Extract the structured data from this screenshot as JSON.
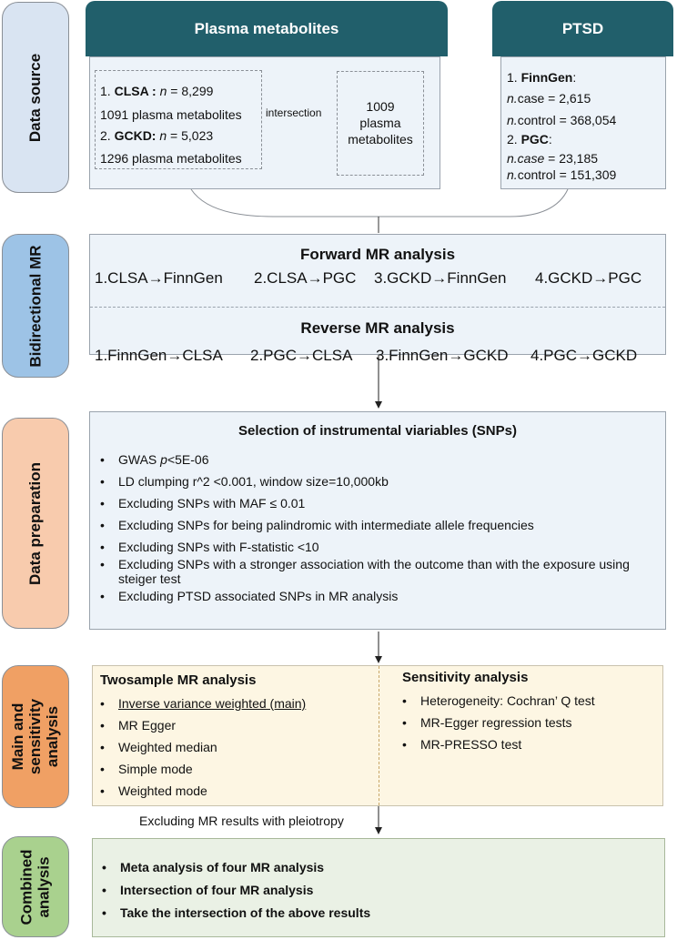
{
  "stages": {
    "data_source": "Data source",
    "bidirectional": "Bidirectional MR",
    "data_prep": "Data preparation",
    "main_sens": [
      "Main and",
      "sensitivity",
      "analysis"
    ],
    "combined": [
      "Combined",
      "analysis"
    ]
  },
  "colors": {
    "header": "#215f6b",
    "panel_blue": "#edf3f9",
    "panel_yellow": "#fdf6e3",
    "panel_green": "#eaf1e5",
    "stage_data_source": "#d9e4f2",
    "stage_bidirectional": "#9dc3e6",
    "stage_data_prep": "#f8cbad",
    "stage_main_sens": "#f0a064",
    "stage_combined": "#a9d18e"
  },
  "plasma": {
    "header": "Plasma metabolites",
    "line1_prefix": "1. ",
    "line1_name": "CLSA :",
    "line1_n": "n",
    "line1_value": " = 8,299",
    "line2": "1091 plasma metabolites",
    "line3_prefix": "2. ",
    "line3_name": "GCKD:",
    "line3_n": "n",
    "line3_value": " = 5,023",
    "line4": "1296 plasma metabolites",
    "intersection_label": "intersection",
    "result": [
      "1009",
      "plasma",
      "metabolites"
    ]
  },
  "ptsd": {
    "header": "PTSD",
    "l1_prefix": "1. ",
    "l1_name": "FinnGen",
    "l1_suffix": ":",
    "l2_n": "n.",
    "l2_label": "case",
    "l2_value": " = 2,615",
    "l3_n": "n.",
    "l3_value": "control = 368,054",
    "l4_prefix": "2. ",
    "l4_name": "PGC",
    "l4_suffix": ":",
    "l5_n": "n.case",
    "l5_value": " = 23,185",
    "l6_n": "n.",
    "l6_value": "control = 151,309"
  },
  "forward": {
    "title": "Forward MR analysis",
    "items": [
      "1.CLSA→FinnGen",
      "2.CLSA→PGC",
      "3.GCKD→FinnGen",
      "4.GCKD→PGC"
    ]
  },
  "reverse": {
    "title": "Reverse MR analysis",
    "items": [
      "1.FinnGen→CLSA",
      "2.PGC→CLSA",
      "3.FinnGen→GCKD",
      "4.PGC→GCKD"
    ]
  },
  "selection": {
    "title": "Selection of instrumental viariables (SNPs)",
    "item1_prefix": "GWAS ",
    "item1_p": "p",
    "item1_suffix": "<5E-06",
    "items": [
      "LD clumping r^2 <0.001, window size=10,000kb",
      "Excluding SNPs with MAF ≤ 0.01",
      "Excluding SNPs for being palindromic with intermediate allele frequencies",
      "Excluding SNPs with F-statistic <10",
      "Excluding SNPs with a stronger association with the outcome than with the exposure using steiger test",
      "Excluding PTSD associated SNPs in MR analysis"
    ]
  },
  "twosample": {
    "title": "Twosample MR analysis",
    "items": [
      "Inverse variance weighted (main)",
      "MR Egger",
      "Weighted median",
      "Simple mode",
      "Weighted mode"
    ]
  },
  "sensitivity": {
    "title": "Sensitivity analysis",
    "items": [
      "Heterogeneity: Cochran’ Q test",
      "MR-Egger regression tests",
      "MR-PRESSO test"
    ]
  },
  "exclude_label": "Excluding MR results with pleiotropy",
  "combined_items": [
    "Meta analysis of four MR analysis",
    "Intersection of four MR analysis",
    "Take the intersection of the above results"
  ]
}
